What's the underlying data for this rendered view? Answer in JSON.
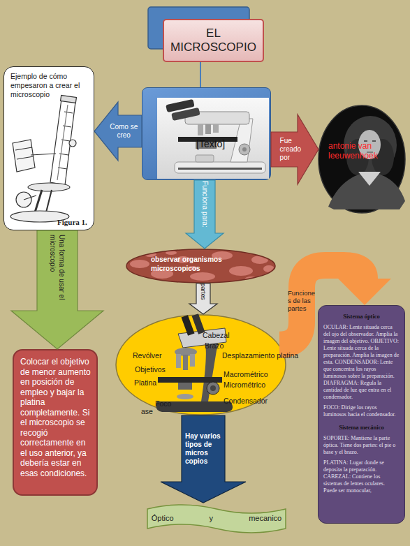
{
  "diagram": {
    "nodes": [
      {
        "text": [
          "EL MICROSCOPIO"
        ]
      },
      {
        "text": [
          "[Texto]"
        ]
      },
      {
        "text": [
          "Ejemplo de cómo empesaron a crear el microscopio",
          "Figura 1."
        ]
      },
      {
        "text": [
          "antonie van leeuwenhoek"
        ]
      },
      {
        "text": [
          "observar organismos microscopicos"
        ]
      },
      {
        "text": [
          "Cabezal",
          "Brazo",
          "Revólver",
          "Desplazamiento platina",
          "Objetivos",
          "Platina",
          "Macrométrico",
          "Micrométrico",
          "Foco",
          "Condensador",
          "ase"
        ]
      },
      {
        "text": [
          "Sistema óptico",
          "OCULAR: Lente situada cerca del ojo del observador. Amplia la imagen del objetivo. OBJETIVO: Lente situada cerca de la preparación. Amplia la imagen de esta. CONDENSADOR: Lente que concentra los rayos luminosos sobre la preparación. DIAFRAGMA: Regula la cantidad de luz que entra en el condensador.",
          "FOCO: Dirige los rayos luminosos hacia el condensador.",
          "Sistema mecánico",
          "SOPORTE: Mantiene la parte óptica. Tiene dos partes: el pie o base y el brazo.",
          "PLATINA: Lugar donde se deposita la preparación. CABEZAL: Contiene los sistemas de lentes oculares. Puede ser monocular,"
        ]
      },
      {
        "text": [
          "Colocar el objetivo de menor aumento en posición de empleo y bajar la platina completamente. Si el microscopio se recogió correctamente en el uso anterior, ya debería estar en esas condiciones."
        ]
      },
      {
        "text": [
          "Óptico y mecanico"
        ]
      }
    ],
    "edges": [
      {
        "from": 0,
        "to": 1,
        "arrow": "none"
      },
      {
        "from": 1,
        "to": 2,
        "label": "Como se creo",
        "arrow": "to"
      },
      {
        "from": 1,
        "to": 3,
        "label": "Fue creado por",
        "arrow": "to"
      },
      {
        "from": 1,
        "to": 4,
        "label": "Funciona para:",
        "arrow": "to"
      },
      {
        "from": 4,
        "to": 5,
        "label": "partes",
        "arrow": "to"
      },
      {
        "from": 5,
        "to": 6,
        "label": "Funciones de las partes",
        "arrow": "to"
      },
      {
        "from": 2,
        "to": 7,
        "label": "Una forma de usar el microscopio",
        "arrow": "to"
      },
      {
        "from": 5,
        "to": 8,
        "label": "Hay varios tipos de micros copios",
        "arrow": "to"
      }
    ]
  }
}
